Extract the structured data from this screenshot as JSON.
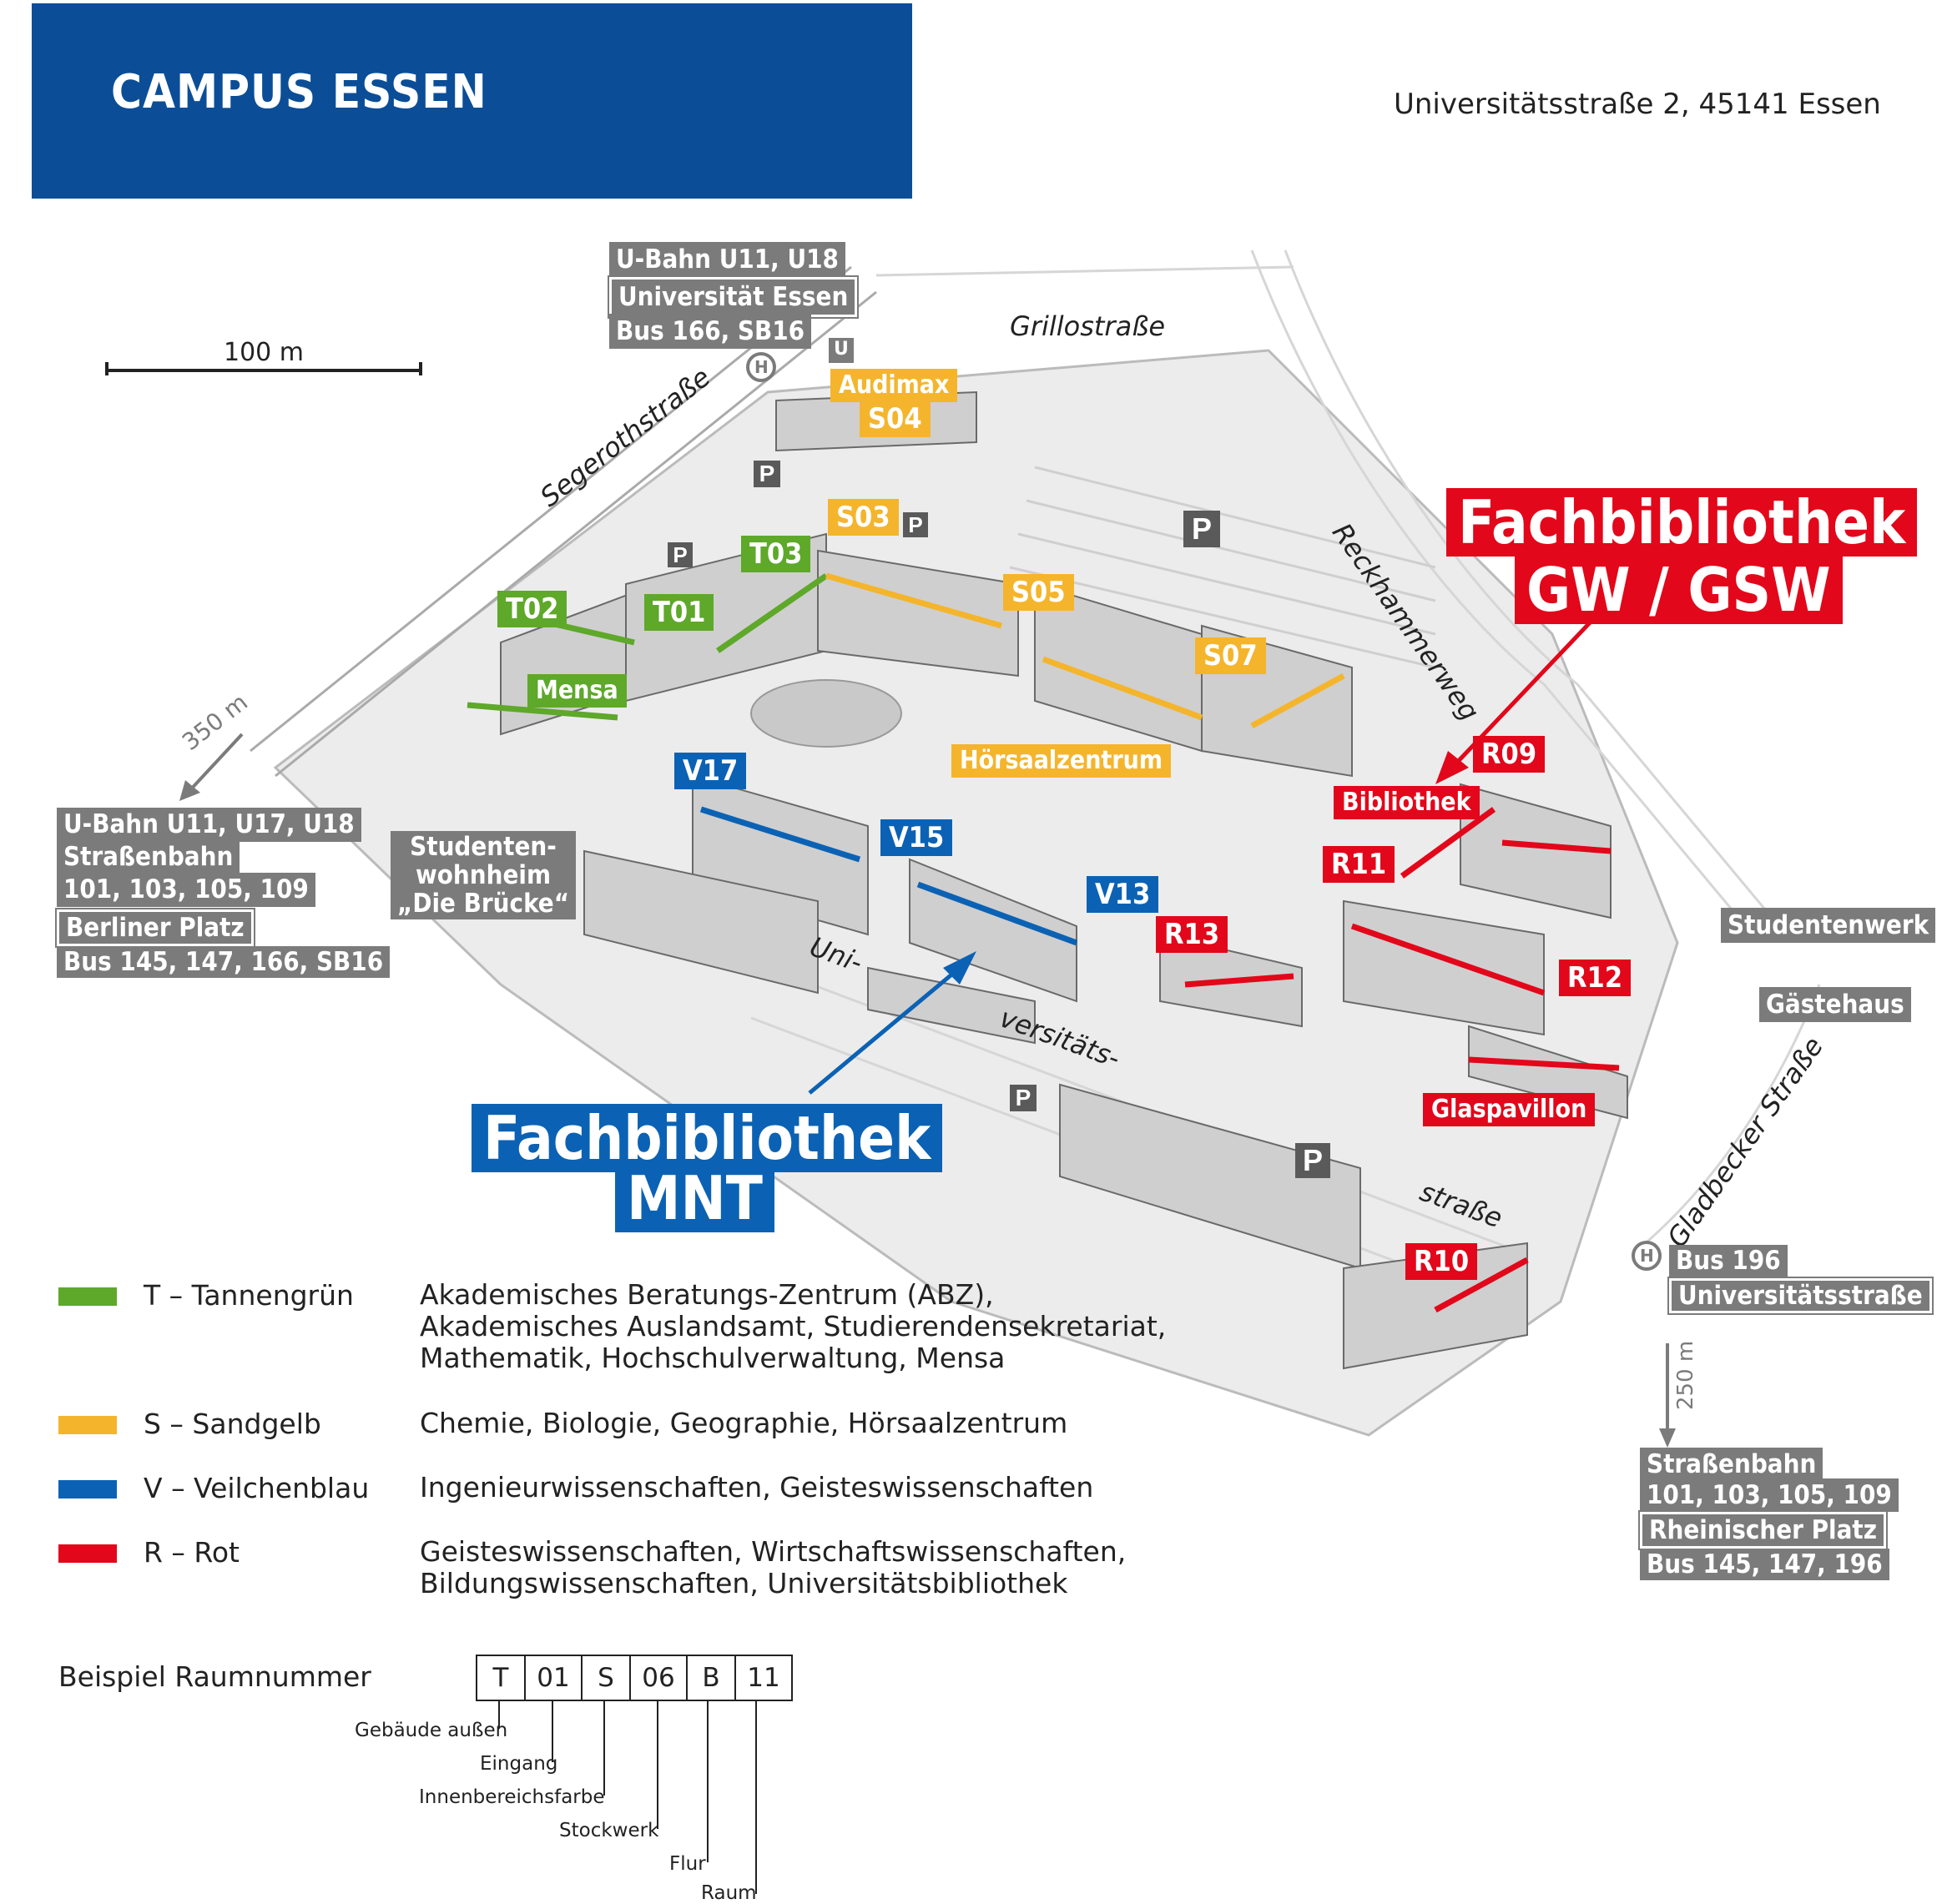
{
  "header": {
    "title": "CAMPUS ESSEN",
    "address": "Universitätsstraße 2, 45141 Essen"
  },
  "scale": {
    "label": "100 m"
  },
  "transit": {
    "top": {
      "line1": "U-Bahn U11, U18",
      "stop": "Universität Essen",
      "bus": "Bus 166, SB16",
      "u_icon": "U",
      "h_icon": "H"
    },
    "left": {
      "line1": "U-Bahn U11, U17, U18",
      "line2": "Straßenbahn",
      "line3": "101, 103, 105, 109",
      "stop": "Berliner Platz",
      "bus": "Bus 145, 147, 166, SB16",
      "distance": "350 m"
    },
    "right": {
      "bus": "Bus 196",
      "stop": "Universitätsstraße",
      "h_icon": "H"
    },
    "bottom": {
      "line1": "Straßenbahn",
      "line2": "101, 103, 105, 109",
      "stop": "Rheinischer Platz",
      "bus": "Bus 145, 147, 196",
      "distance": "250 m"
    }
  },
  "streets": {
    "grillo": "Grillostraße",
    "segeroth": "Segerothstraße",
    "reckhammer": "Reckhammerweg",
    "gladbecker": "Gladbecker Straße",
    "uni1": "Uni-",
    "uni2": "versitäts-",
    "uni3": "straße"
  },
  "buildings": {
    "T01": "T01",
    "T02": "T02",
    "T03": "T03",
    "mensa": "Mensa",
    "S03": "S03",
    "S04": "S04",
    "S05": "S05",
    "S07": "S07",
    "audimax": "Audimax",
    "hoersaal": "Hörsaalzentrum",
    "V13": "V13",
    "V15": "V15",
    "V17": "V17",
    "R09": "R09",
    "R10": "R10",
    "R11": "R11",
    "R12": "R12",
    "R13": "R13",
    "bibliothek": "Bibliothek",
    "glaspavillon": "Glaspavillon",
    "studentenwerk": "Studentenwerk",
    "gaestehaus": "Gästehaus",
    "wohnheim1": "Studenten-",
    "wohnheim2": "wohnheim",
    "wohnheim3": "„Die Brücke“",
    "parking": "P"
  },
  "libraries": {
    "gw_line1": "Fachbibliothek",
    "gw_line2": "GW / GSW",
    "mnt_line1": "Fachbibliothek",
    "mnt_line2": "MNT"
  },
  "legend": [
    {
      "code": "T – Tannengrün",
      "color": "#5ea82a",
      "desc1": "Akademisches Beratungs-Zentrum (ABZ),",
      "desc2": "Akademisches Auslandsamt, Studierendensekretariat,",
      "desc3": "Mathematik, Hochschulverwaltung, Mensa"
    },
    {
      "code": "S – Sandgelb",
      "color": "#f4b52d",
      "desc1": "Chemie, Biologie, Geographie, Hörsaalzentrum"
    },
    {
      "code": "V – Veilchenblau",
      "color": "#0b62b4",
      "desc1": "Ingenieurwissenschaften, Geisteswissenschaften"
    },
    {
      "code": "R – Rot",
      "color": "#e2071a",
      "desc1": "Geisteswissenschaften, Wirtschaftswissenschaften,",
      "desc2": "Bildungswissenschaften, Universitätsbibliothek"
    }
  ],
  "room_example": {
    "label": "Beispiel Raumnummer",
    "cells": [
      "T",
      "01",
      "S",
      "06",
      "B",
      "11"
    ],
    "parts": [
      "Gebäude außen",
      "Eingang",
      "Innenbereichsfarbe",
      "Stockwerk",
      "Flur",
      "Raum"
    ]
  }
}
